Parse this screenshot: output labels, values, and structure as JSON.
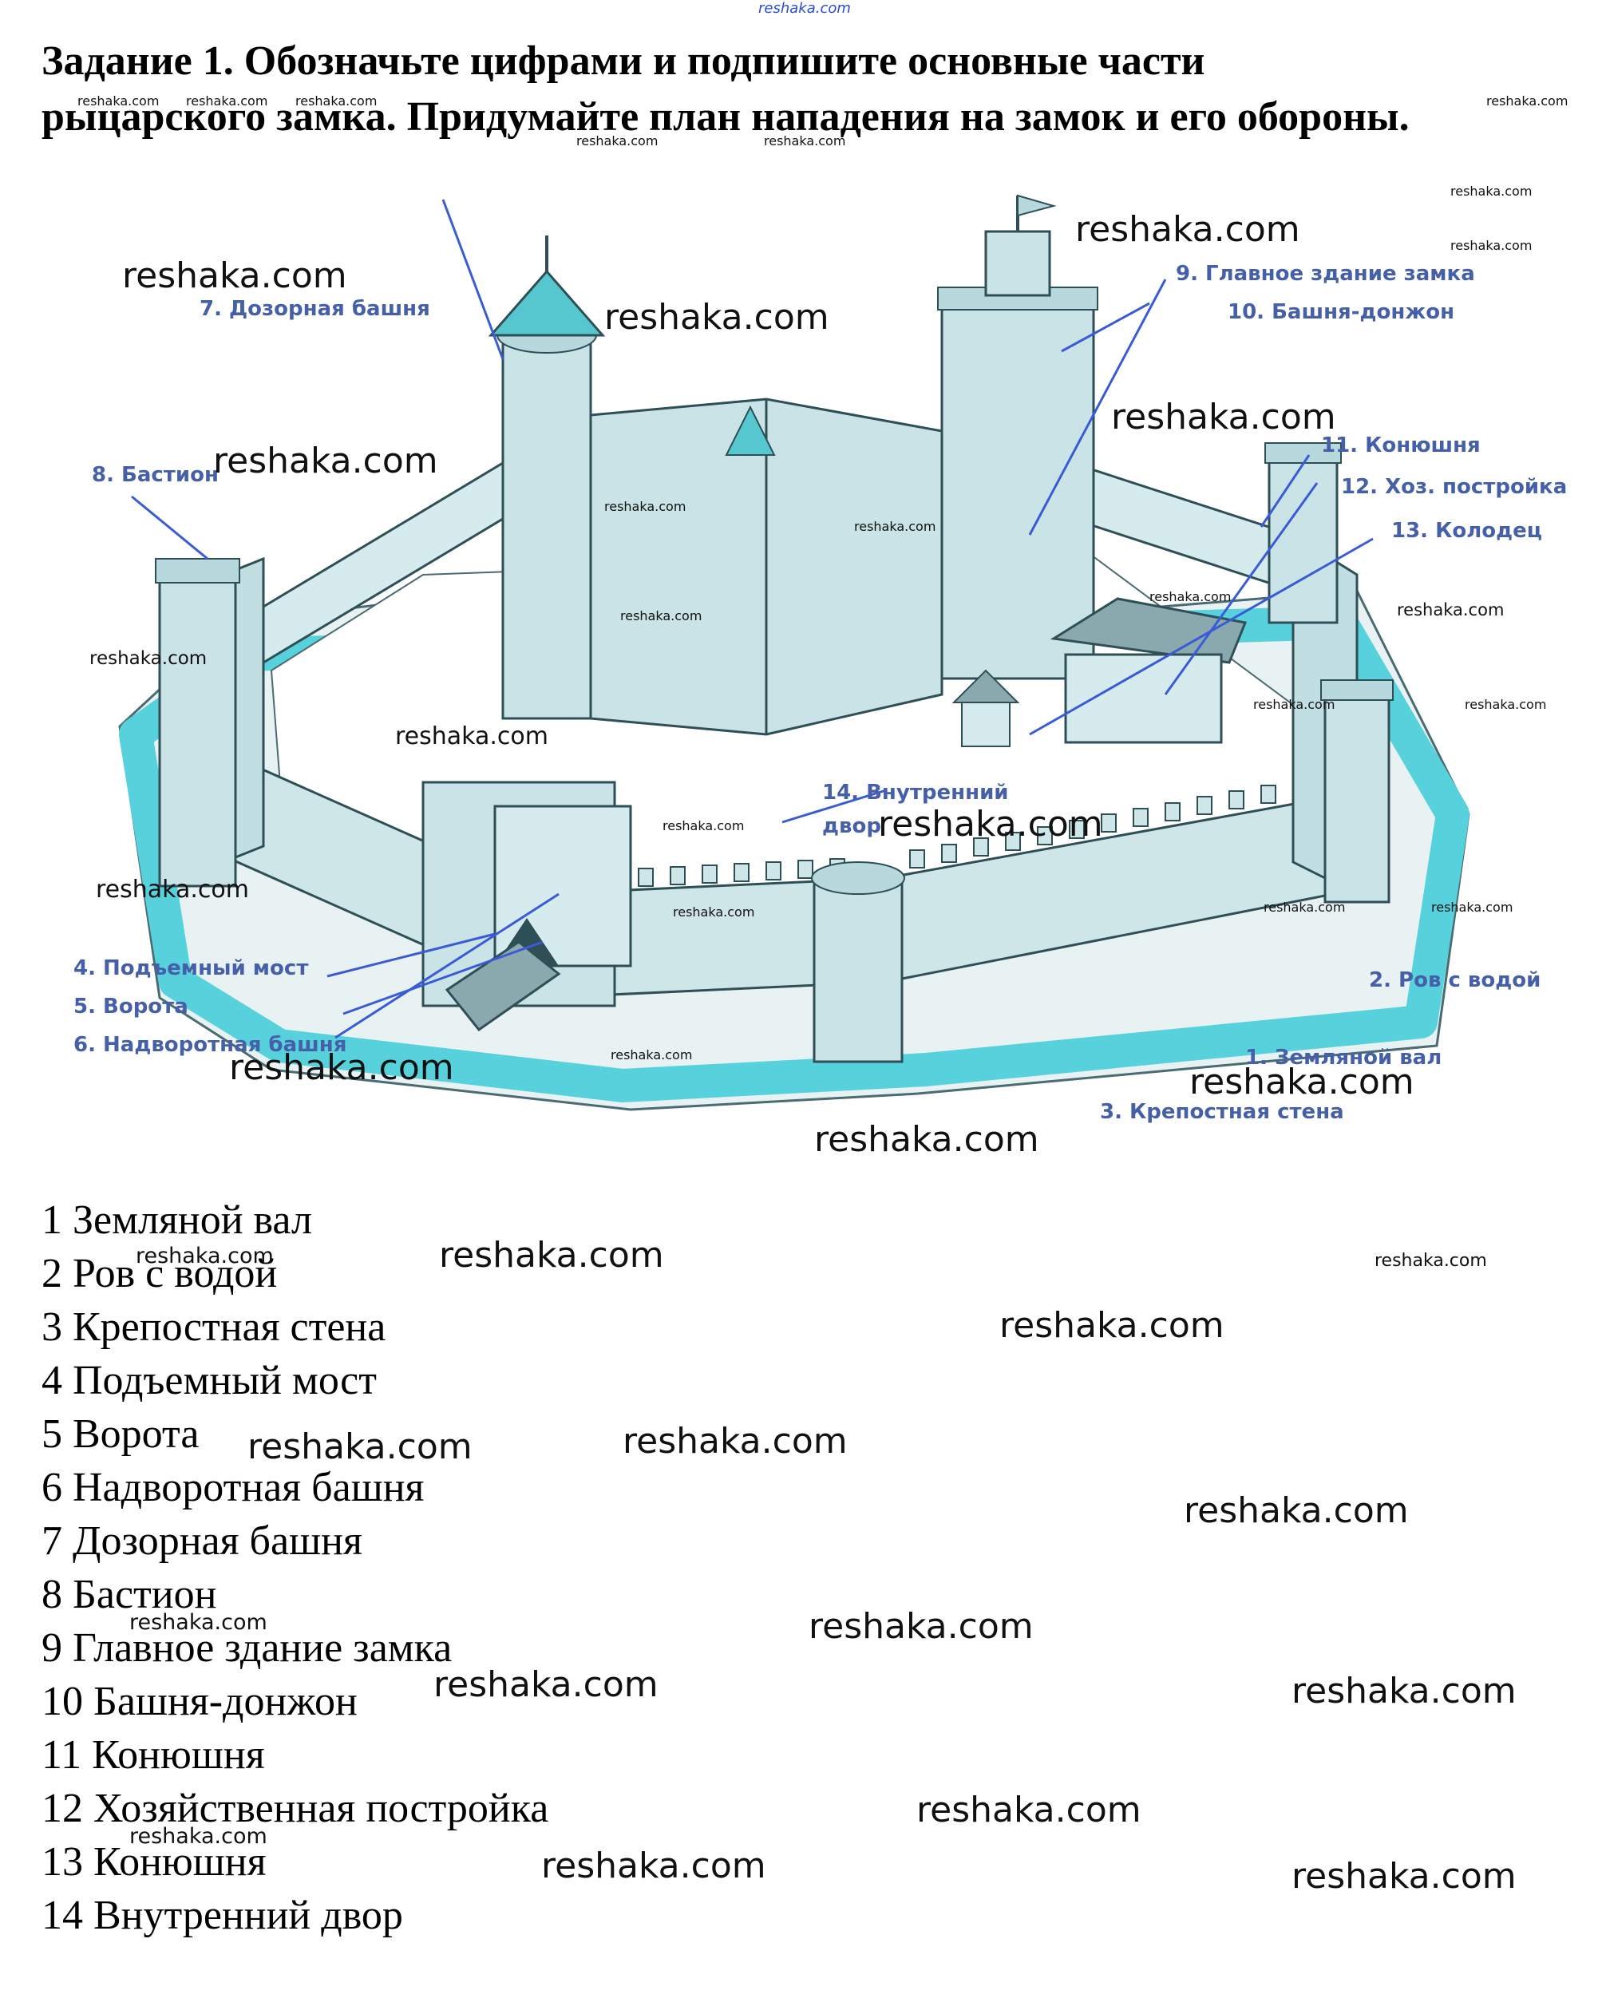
{
  "header": {
    "source_mark": "reshaka.com",
    "title_line1": "Задание 1. Обозначьте цифрами и подпишите основные части",
    "title_line2": "рыцарского замка. Придумайте план нападения на замок и его обороны."
  },
  "figure": {
    "callouts": [
      "7. Дозорная башня",
      "9. Главное здание замка",
      "10. Башня-донжон",
      "8. Бастион",
      "11. Конюшня",
      "12. Хоз. постройка",
      "13. Колодец",
      "14. Внутренний",
      "двор",
      "4. Подъемный мост",
      "5. Ворота",
      "6. Надворотная башня",
      "2. Ров с водой",
      "1. Земляной вал",
      "3. Крепостная стена"
    ],
    "colors": {
      "label": "#4560a8",
      "moat": "#57d2dc",
      "ink": "#2f4f57",
      "stone": "#cfe6e9"
    }
  },
  "answers": [
    "1 Земляной вал",
    "2 Ров с водой",
    "3 Крепостная стена",
    "4 Подъемный мост",
    "5 Ворота",
    "6 Надворотная башня",
    "7 Дозорная башня",
    "8 Бастион",
    "9 Главное здание замка",
    "10 Башня-донжон",
    "11 Конюшня",
    "12 Хозяйственная постройка",
    "13 Конюшня",
    "14 Внутренний двор"
  ],
  "watermark": "reshaka.com"
}
